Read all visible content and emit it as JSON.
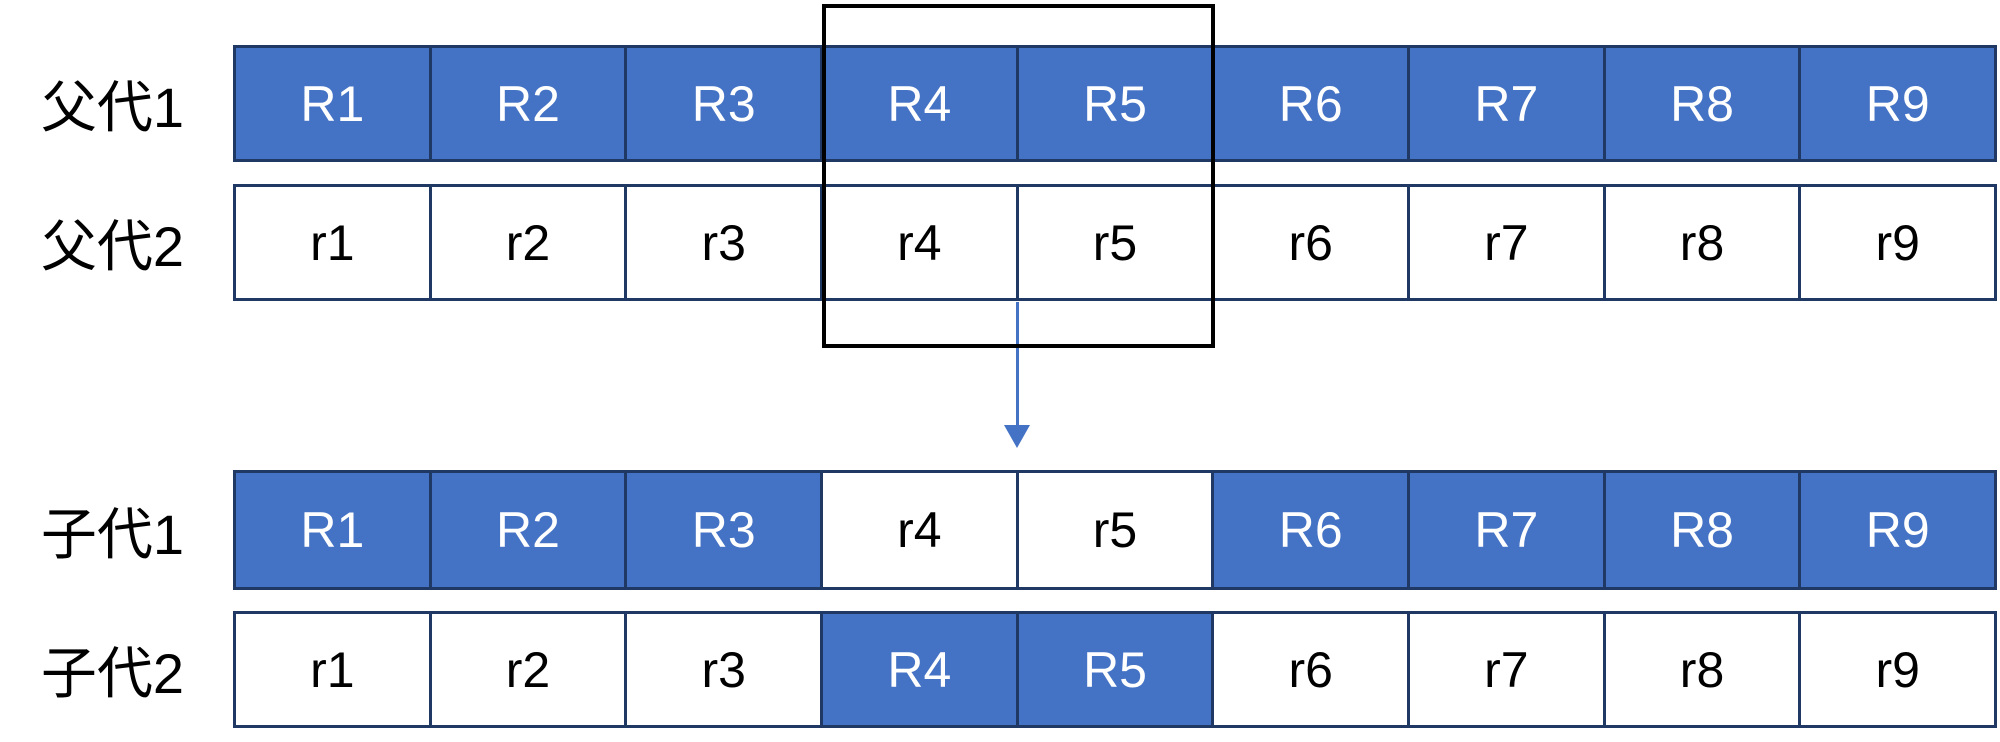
{
  "diagram": {
    "rows": [
      {
        "label": "父代1",
        "cells": [
          {
            "text": "R1",
            "variant": "blue"
          },
          {
            "text": "R2",
            "variant": "blue"
          },
          {
            "text": "R3",
            "variant": "blue"
          },
          {
            "text": "R4",
            "variant": "blue"
          },
          {
            "text": "R5",
            "variant": "blue"
          },
          {
            "text": "R6",
            "variant": "blue"
          },
          {
            "text": "R7",
            "variant": "blue"
          },
          {
            "text": "R8",
            "variant": "blue"
          },
          {
            "text": "R9",
            "variant": "blue"
          }
        ]
      },
      {
        "label": "父代2",
        "cells": [
          {
            "text": "r1",
            "variant": "white"
          },
          {
            "text": "r2",
            "variant": "white"
          },
          {
            "text": "r3",
            "variant": "white"
          },
          {
            "text": "r4",
            "variant": "white"
          },
          {
            "text": "r5",
            "variant": "white"
          },
          {
            "text": "r6",
            "variant": "white"
          },
          {
            "text": "r7",
            "variant": "white"
          },
          {
            "text": "r8",
            "variant": "white"
          },
          {
            "text": "r9",
            "variant": "white"
          }
        ]
      },
      {
        "label": "子代1",
        "cells": [
          {
            "text": "R1",
            "variant": "blue"
          },
          {
            "text": "R2",
            "variant": "blue"
          },
          {
            "text": "R3",
            "variant": "blue"
          },
          {
            "text": "r4",
            "variant": "white"
          },
          {
            "text": "r5",
            "variant": "white"
          },
          {
            "text": "R6",
            "variant": "blue"
          },
          {
            "text": "R7",
            "variant": "blue"
          },
          {
            "text": "R8",
            "variant": "blue"
          },
          {
            "text": "R9",
            "variant": "blue"
          }
        ]
      },
      {
        "label": "子代2",
        "cells": [
          {
            "text": "r1",
            "variant": "white"
          },
          {
            "text": "r2",
            "variant": "white"
          },
          {
            "text": "r3",
            "variant": "white"
          },
          {
            "text": "R4",
            "variant": "blue"
          },
          {
            "text": "R5",
            "variant": "blue"
          },
          {
            "text": "r6",
            "variant": "white"
          },
          {
            "text": "r7",
            "variant": "white"
          },
          {
            "text": "r8",
            "variant": "white"
          },
          {
            "text": "r9",
            "variant": "white"
          }
        ]
      }
    ],
    "selection": {
      "covered_genes": [
        "R4",
        "R5",
        "r4",
        "r5"
      ]
    },
    "colors": {
      "gene_blue": "#4472C4",
      "cell_border": "#1F3864",
      "selection_box": "#000000",
      "arrow": "#4472C4",
      "text_on_blue": "#FFFFFF",
      "text_on_white": "#000000",
      "label_text": "#000000"
    }
  }
}
